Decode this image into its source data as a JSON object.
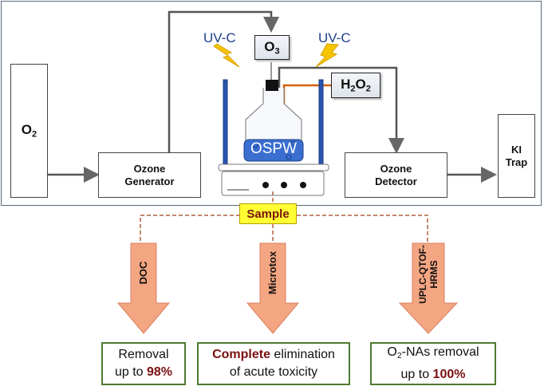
{
  "diagram": {
    "oxygen_source": {
      "label": "O",
      "sub": "2"
    },
    "ozone_generator": {
      "line1": "Ozone",
      "line2": "Generator"
    },
    "ozone_detector": {
      "line1": "Ozone",
      "line2": "Detector"
    },
    "ki_trap": {
      "line1": "KI",
      "line2": "Trap"
    },
    "ozone_input": {
      "label": "O",
      "sub": "3"
    },
    "peroxide_input": {
      "p1": "H",
      "s1": "2",
      "p2": "O",
      "s2": "2"
    },
    "uv_left": "UV-C",
    "uv_right": "UV-C",
    "reactor_liquid": "OSPW",
    "sample": "Sample"
  },
  "analyses": [
    {
      "method": "DOC",
      "result_pre": "Removal",
      "result_line2_pre": "up to ",
      "result_highlight": "98%"
    },
    {
      "method": "Microtox",
      "result_highlight": "Complete",
      "result_post": " elimination",
      "result_line2": "of acute toxicity"
    },
    {
      "method_line1": "UPLC-QTOF-",
      "method_line2": "HRMS",
      "result_pre": "O",
      "result_sub": "2",
      "result_post": "-NAs removal",
      "result_line2_pre": "up to ",
      "result_highlight": "100%"
    }
  ],
  "colors": {
    "uv_text": "#1f3f8f",
    "arrow_fill": "#f4a582",
    "highlight_text": "#7a1010",
    "result_border": "#4e7a30",
    "sample_fill": "#ffff33",
    "liquid": "#3a6fd0",
    "peroxide_line": "#d8600f"
  }
}
